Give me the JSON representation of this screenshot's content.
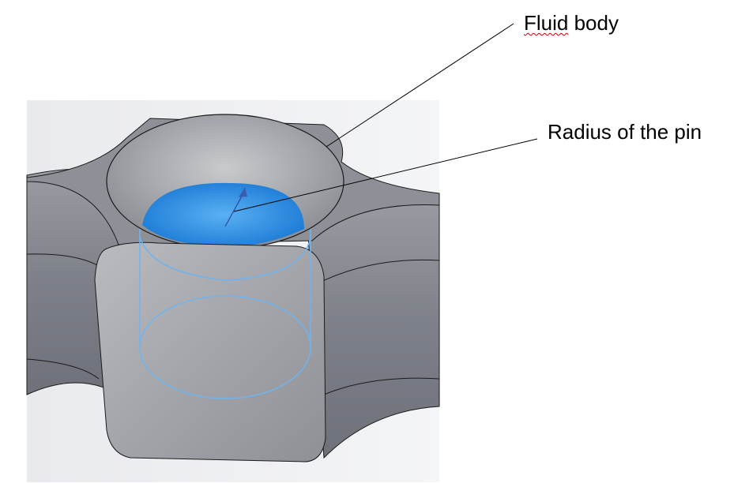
{
  "annotations": [
    {
      "label": "Fluid body",
      "label_first_word": "Fluid",
      "label_rest": " body"
    },
    {
      "label": "Radius of the pin"
    }
  ],
  "colors": {
    "body_gray": "#8a8d94",
    "pin_blue": "#2a8ee6",
    "edge": "#1a1a1a",
    "pin_outline": "#6fb4f0"
  }
}
